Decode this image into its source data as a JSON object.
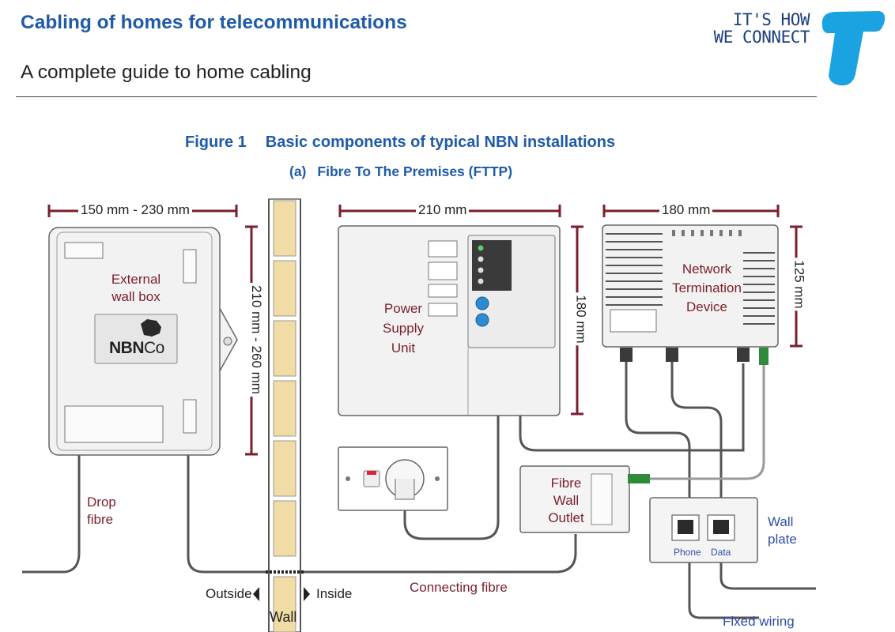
{
  "header": {
    "title": "Cabling of homes for telecommunications",
    "subtitle": "A complete guide to home cabling",
    "tagline_line1": "IT'S HOW",
    "tagline_line2": "WE CONNECT",
    "brand_color": "#1f5ba8",
    "logo_color": "#1aa3e0"
  },
  "figure": {
    "number": "Figure 1",
    "title": "Basic components of typical NBN installations",
    "sub_letter": "(a)",
    "sub_title": "Fibre To The Premises (FTTP)"
  },
  "labels": {
    "external_wall_box_1": "External",
    "external_wall_box_2": "wall box",
    "nbn_logo": "NBN",
    "nbn_logo_co": "Co",
    "drop_fibre_1": "Drop",
    "drop_fibre_2": "fibre",
    "psu_1": "Power",
    "psu_2": "Supply",
    "psu_3": "Unit",
    "ntd_1": "Network",
    "ntd_2": "Termination",
    "ntd_3": "Device",
    "fibre_wall_outlet_1": "Fibre",
    "fibre_wall_outlet_2": "Wall",
    "fibre_wall_outlet_3": "Outlet",
    "wall_plate_1": "Wall",
    "wall_plate_2": "plate",
    "phone_port": "Phone",
    "data_port": "Data",
    "connecting_fibre": "Connecting fibre",
    "outside": "Outside",
    "inside": "Inside",
    "wall": "Wall",
    "fixed_wiring": "Fixed wiring"
  },
  "dimensions": {
    "box_width": "150 mm - 230 mm",
    "box_height": "210 mm - 260 mm",
    "psu_width": "210 mm",
    "psu_height": "180 mm",
    "ntd_width": "180 mm",
    "ntd_height": "125 mm"
  }
}
